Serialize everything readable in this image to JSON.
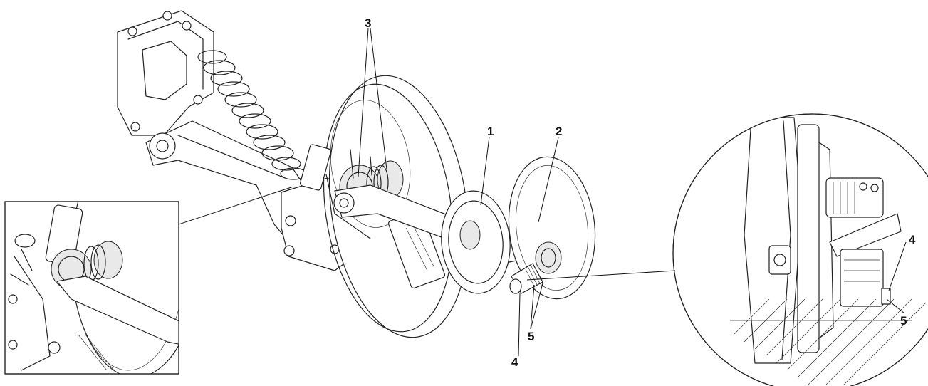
{
  "callouts": {
    "c1": "1",
    "c2": "2",
    "c3": "3",
    "c4": "4",
    "c5": "5",
    "c4_detail": "4",
    "c5_detail": "5"
  },
  "colors": {
    "ink": "#222222",
    "paper": "#ffffff",
    "shade": "#e9e9e9"
  }
}
